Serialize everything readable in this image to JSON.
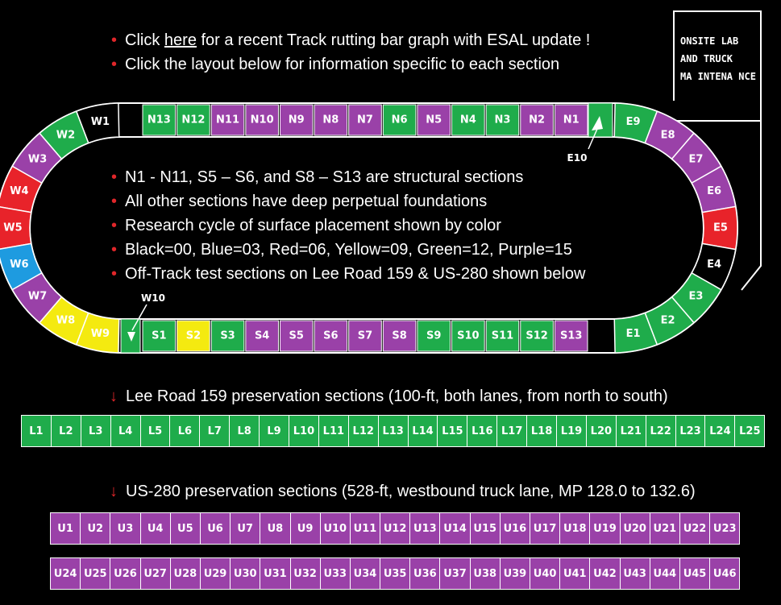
{
  "bullets_top": [
    {
      "pre": "Click ",
      "link": "here",
      "post": " for a recent Track rutting bar graph with ESAL update !"
    },
    {
      "pre": "Click the layout below for information specific to each section",
      "link": "",
      "post": ""
    }
  ],
  "bullets_mid": [
    "N1 - N11, S5 – S6, and S8 – S13 are structural sections",
    "All other sections have deep perpetual foundations",
    "Research cycle of surface placement shown by color",
    "Black=00, Blue=03, Red=06, Yellow=09, Green=12, Purple=15",
    "Off-Track test sections on Lee Road 159 & US-280 shown below"
  ],
  "onsite_label": [
    "ONSITE LAB",
    "AND TRUCK",
    "MA INTENA NCE"
  ],
  "colors": {
    "black": "#000000",
    "blue": "#1e9be0",
    "red": "#e8232a",
    "yellow": "#f4ea10",
    "green": "#1fac4b",
    "purple": "#9a41a8"
  },
  "north": [
    {
      "id": "N13",
      "c": "green"
    },
    {
      "id": "N12",
      "c": "green"
    },
    {
      "id": "N11",
      "c": "purple"
    },
    {
      "id": "N10",
      "c": "purple"
    },
    {
      "id": "N9",
      "c": "purple"
    },
    {
      "id": "N8",
      "c": "purple"
    },
    {
      "id": "N7",
      "c": "purple"
    },
    {
      "id": "N6",
      "c": "green"
    },
    {
      "id": "N5",
      "c": "purple"
    },
    {
      "id": "N4",
      "c": "green"
    },
    {
      "id": "N3",
      "c": "green"
    },
    {
      "id": "N2",
      "c": "purple"
    },
    {
      "id": "N1",
      "c": "purple"
    }
  ],
  "south": [
    {
      "id": "S1",
      "c": "green"
    },
    {
      "id": "S2",
      "c": "yellow"
    },
    {
      "id": "S3",
      "c": "green"
    },
    {
      "id": "S4",
      "c": "purple"
    },
    {
      "id": "S5",
      "c": "purple"
    },
    {
      "id": "S6",
      "c": "purple"
    },
    {
      "id": "S7",
      "c": "purple"
    },
    {
      "id": "S8",
      "c": "purple"
    },
    {
      "id": "S9",
      "c": "green"
    },
    {
      "id": "S10",
      "c": "green"
    },
    {
      "id": "S11",
      "c": "green"
    },
    {
      "id": "S12",
      "c": "green"
    },
    {
      "id": "S13",
      "c": "purple"
    }
  ],
  "west": [
    {
      "id": "W1",
      "c": "black"
    },
    {
      "id": "W2",
      "c": "green"
    },
    {
      "id": "W3",
      "c": "purple"
    },
    {
      "id": "W4",
      "c": "red"
    },
    {
      "id": "W5",
      "c": "red"
    },
    {
      "id": "W6",
      "c": "blue"
    },
    {
      "id": "W7",
      "c": "purple"
    },
    {
      "id": "W8",
      "c": "yellow"
    },
    {
      "id": "W9",
      "c": "yellow"
    },
    {
      "id": "W10",
      "c": "green"
    }
  ],
  "east": [
    {
      "id": "E10",
      "c": "green"
    },
    {
      "id": "E9",
      "c": "green"
    },
    {
      "id": "E8",
      "c": "purple"
    },
    {
      "id": "E7",
      "c": "purple"
    },
    {
      "id": "E6",
      "c": "purple"
    },
    {
      "id": "E5",
      "c": "red"
    },
    {
      "id": "E4",
      "c": "black"
    },
    {
      "id": "E3",
      "c": "green"
    },
    {
      "id": "E2",
      "c": "green"
    },
    {
      "id": "E1",
      "c": "green"
    }
  ],
  "lee_heading": "Lee Road 159 preservation sections (100-ft, both lanes, from north to south)",
  "lee_sections": [
    "L1",
    "L2",
    "L3",
    "L4",
    "L5",
    "L6",
    "L7",
    "L8",
    "L9",
    "L10",
    "L11",
    "L12",
    "L13",
    "L14",
    "L15",
    "L16",
    "L17",
    "L18",
    "L19",
    "L20",
    "L21",
    "L22",
    "L23",
    "L24",
    "L25"
  ],
  "us_heading": "US-280 preservation sections (528-ft, westbound truck lane, MP 128.0 to 132.6)",
  "us_row1": [
    "U1",
    "U2",
    "U3",
    "U4",
    "U5",
    "U6",
    "U7",
    "U8",
    "U9",
    "U10",
    "U11",
    "U12",
    "U13",
    "U14",
    "U15",
    "U16",
    "U17",
    "U18",
    "U19",
    "U20",
    "U21",
    "U22",
    "U23"
  ],
  "us_row2": [
    "U24",
    "U25",
    "U26",
    "U27",
    "U28",
    "U29",
    "U30",
    "U31",
    "U32",
    "U33",
    "U34",
    "U35",
    "U36",
    "U37",
    "U38",
    "U39",
    "U40",
    "U41",
    "U42",
    "U43",
    "U44",
    "U45",
    "U46"
  ],
  "arrow_glyph": "↓"
}
